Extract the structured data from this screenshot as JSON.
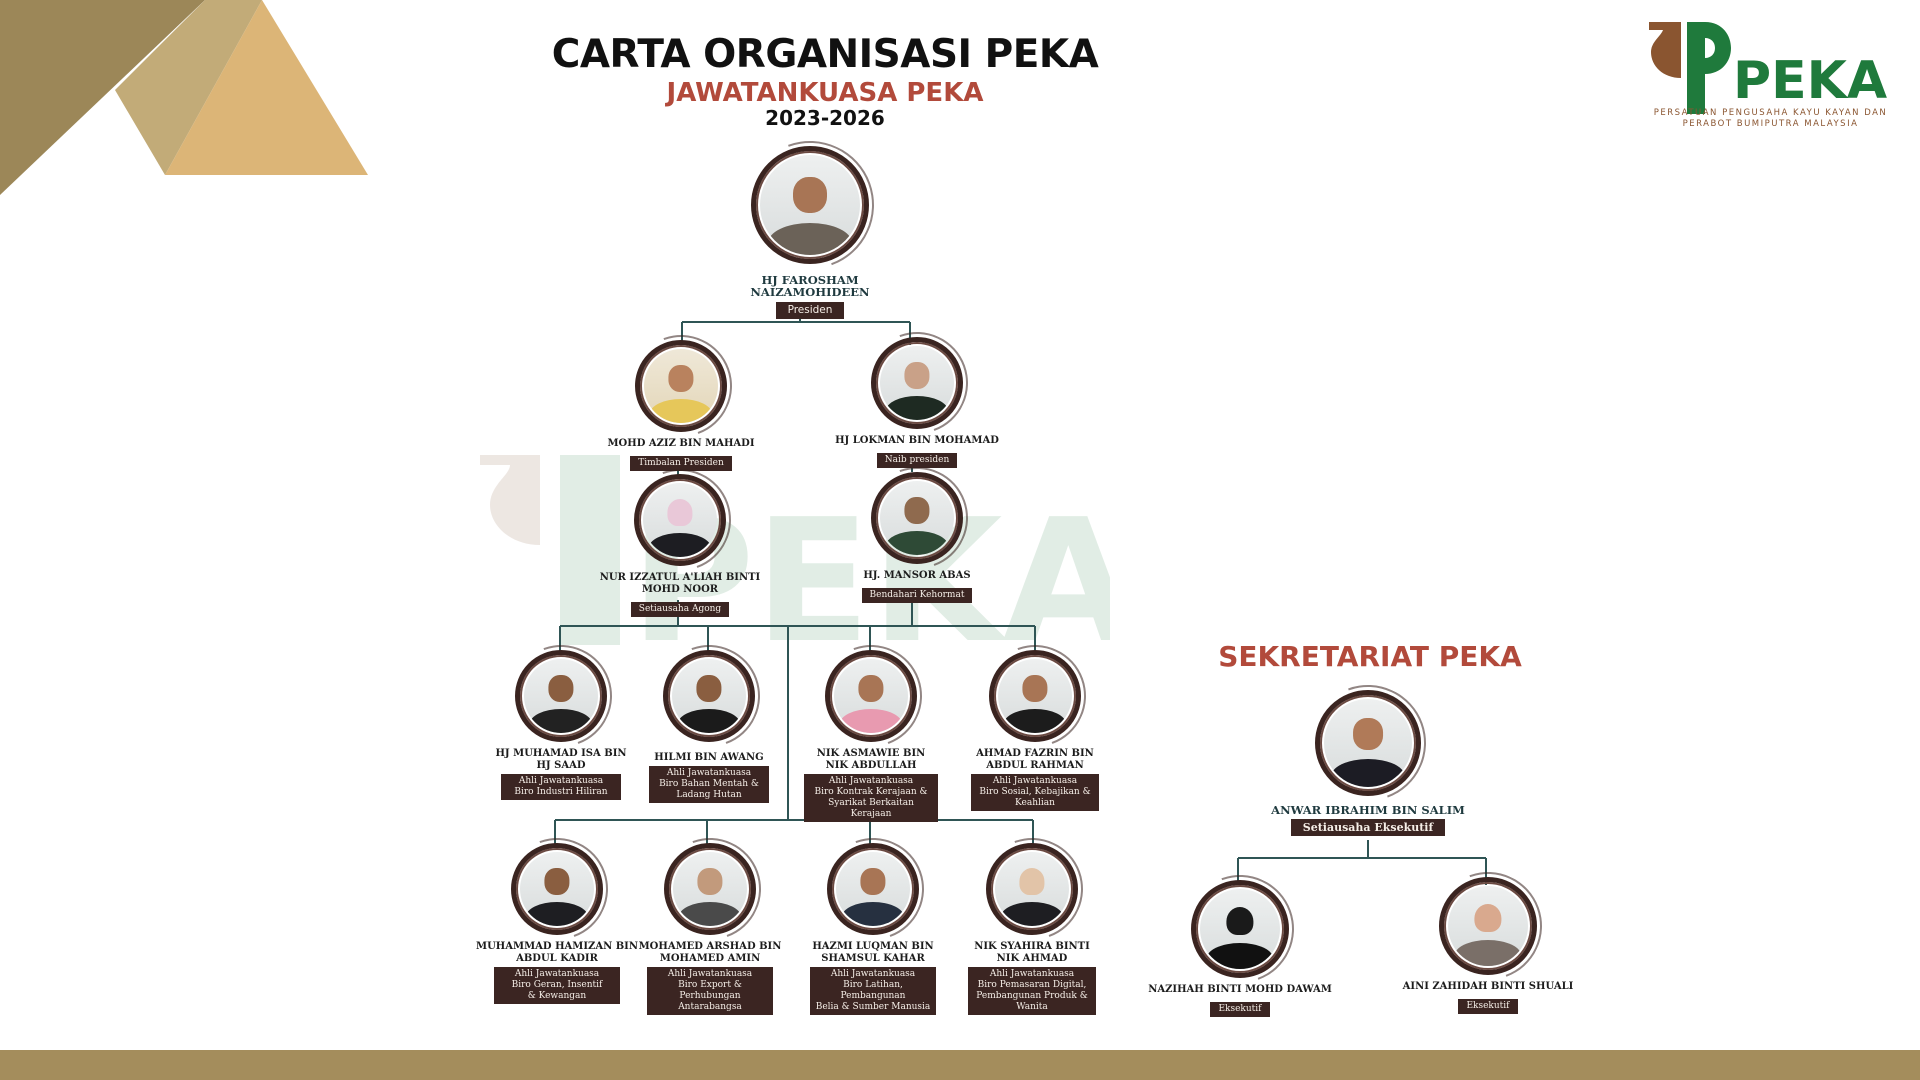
{
  "header": {
    "title": "CARTA ORGANISASI PEKA",
    "subtitle": "JAWATANKUASA PEKA",
    "years": "2023-2026"
  },
  "logo": {
    "wordmark": "PEKA",
    "tagline_line1": "PERSATUAN PENGUSAHA KAYU KAYAN DAN",
    "tagline_line2": "PERABOT BUMIPUTRA MALAYSIA"
  },
  "watermark_text": "PEKA",
  "committee": {
    "president": {
      "name": "HJ FAROSHAM NAIZAMOHIDEEN",
      "role": "Presiden"
    },
    "deputy_president": {
      "name": "MOHD AZIZ BIN MAHADI",
      "role": "Timbalan Presiden"
    },
    "vice_president": {
      "name": "HJ LOKMAN BIN MOHAMAD",
      "role": "Naib presiden"
    },
    "secretary_general": {
      "name": "NUR IZZATUL A'LIAH BINTI MOHD NOOR",
      "role": "Setiausaha Agong"
    },
    "treasurer": {
      "name": "HJ. MANSOR ABAS",
      "role": "Bendahari Kehormat"
    },
    "members_row1": [
      {
        "name_l1": "HJ MUHAMAD ISA BIN",
        "name_l2": "HJ SAAD",
        "role_l1": "Ahli Jawatankuasa",
        "role_l2": "Biro Industri Hiliran",
        "role_l3": ""
      },
      {
        "name_l1": "HILMI BIN AWANG",
        "name_l2": "",
        "role_l1": "Ahli Jawatankuasa",
        "role_l2": "Biro Bahan Mentah &",
        "role_l3": "Ladang Hutan"
      },
      {
        "name_l1": "NIK ASMAWIE BIN",
        "name_l2": "NIK ABDULLAH",
        "role_l1": "Ahli Jawatankuasa",
        "role_l2": "Biro Kontrak Kerajaan &",
        "role_l3": "Syarikat Berkaitan Kerajaan"
      },
      {
        "name_l1": "AHMAD FAZRIN BIN",
        "name_l2": "ABDUL RAHMAN",
        "role_l1": "Ahli Jawatankuasa",
        "role_l2": "Biro Sosial, Kebajikan &",
        "role_l3": "Keahlian"
      }
    ],
    "members_row2": [
      {
        "name_l1": "MUHAMMAD HAMIZAN BIN",
        "name_l2": "ABDUL KADIR",
        "role_l1": "Ahli Jawatankuasa",
        "role_l2": "Biro Geran, Insentif",
        "role_l3": "& Kewangan"
      },
      {
        "name_l1": "MOHAMED ARSHAD BIN",
        "name_l2": "MOHAMED AMIN",
        "role_l1": "Ahli Jawatankuasa",
        "role_l2": "Biro Export & Perhubungan",
        "role_l3": "Antarabangsa"
      },
      {
        "name_l1": "HAZMI LUQMAN BIN",
        "name_l2": "SHAMSUL KAHAR",
        "role_l1": "Ahli Jawatankuasa",
        "role_l2": "Biro Latihan, Pembangunan",
        "role_l3": "Belia & Sumber Manusia"
      },
      {
        "name_l1": "NIK SYAHIRA BINTI",
        "name_l2": "NIK AHMAD",
        "role_l1": "Ahli Jawatankuasa",
        "role_l2": "Biro Pemasaran Digital,",
        "role_l3": "Pembangunan Produk &",
        "role_l4": "Wanita"
      }
    ]
  },
  "secretariat": {
    "title": "SEKRETARIAT PEKA",
    "head": {
      "name": "ANWAR IBRAHIM BIN SALIM",
      "role": "Setiausaha Eksekutif"
    },
    "staff": [
      {
        "name": "NAZIHAH BINTI MOHD DAWAM",
        "role": "Eksekutif"
      },
      {
        "name": "AINI ZAHIDAH BINTI SHUALI",
        "role": "Eksekutif"
      }
    ]
  },
  "colors": {
    "accent_red": "#b24a3b",
    "ring_brown": "#3a2420",
    "connector_teal": "#2f5555",
    "logo_green": "#1f7a3c",
    "logo_brown": "#8a5530",
    "gold": "#a48d5c"
  }
}
